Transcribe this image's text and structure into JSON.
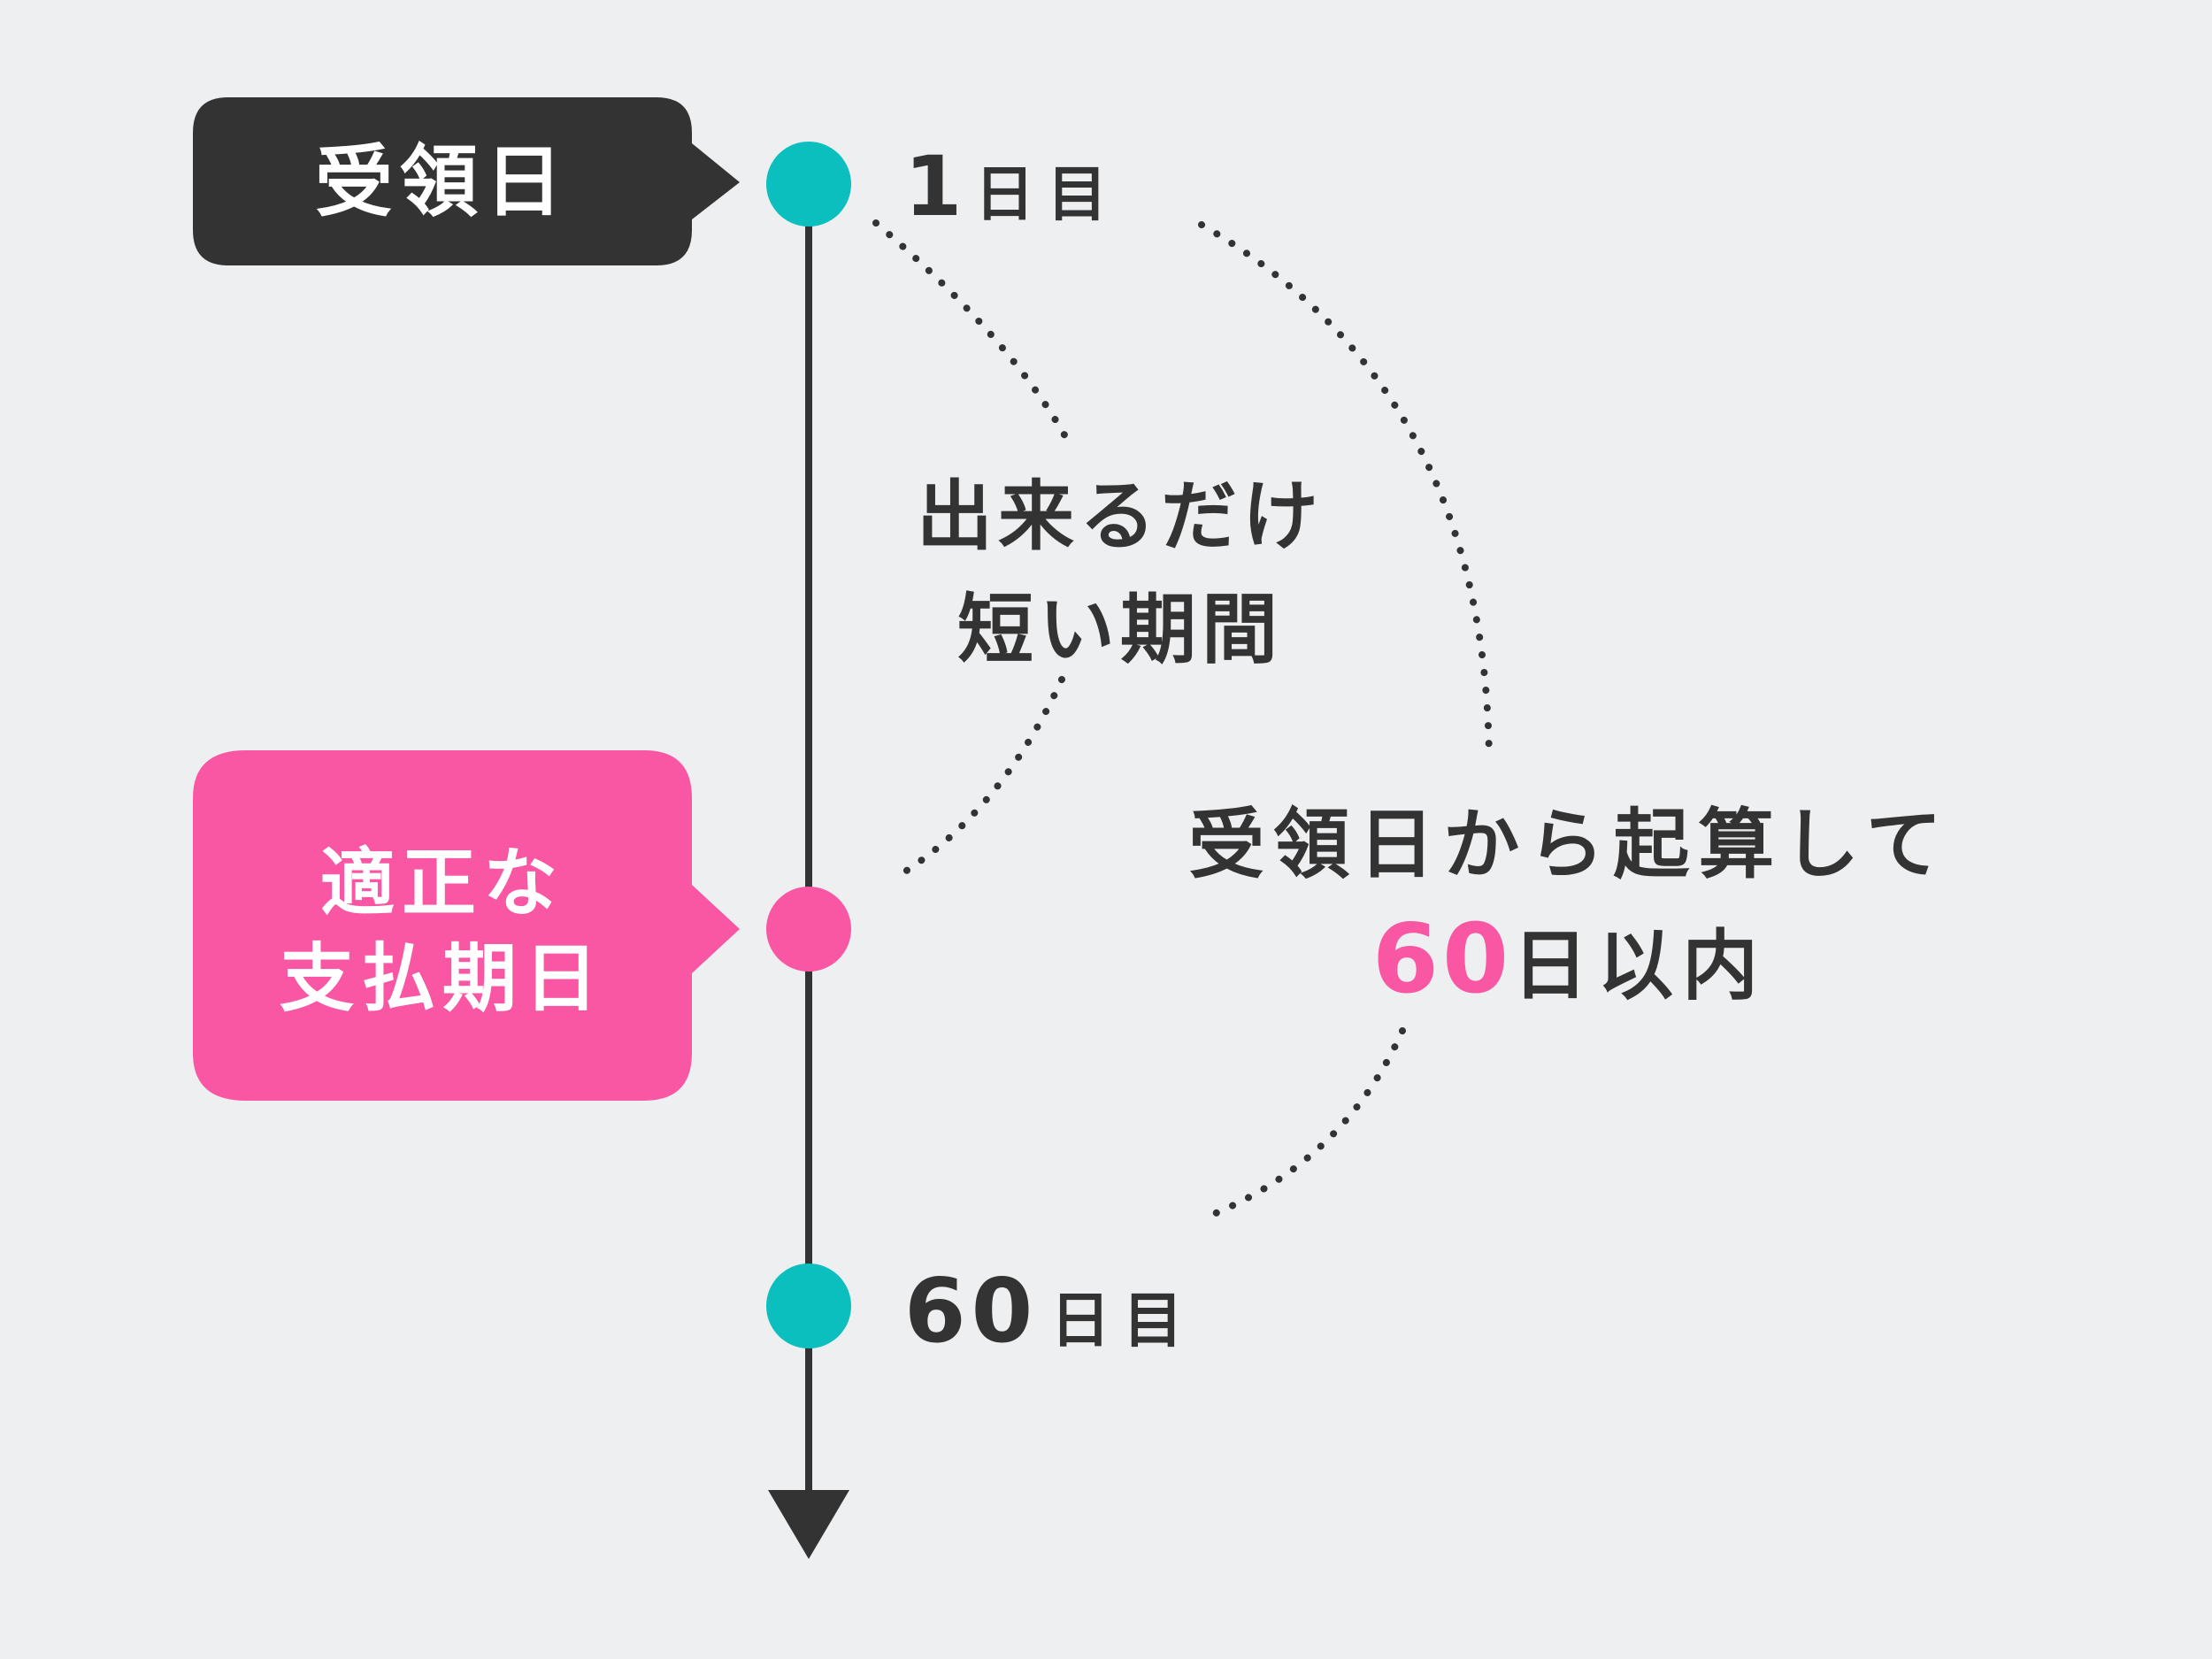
{
  "colors": {
    "background": "#edeff0",
    "dark": "#333333",
    "teal": "#0bbfbf",
    "pink": "#f957a4",
    "white": "#ffffff"
  },
  "callouts": {
    "receipt_day": "受領日",
    "proper_payment_line1": "適正な",
    "proper_payment_line2": "支払期日"
  },
  "timeline": {
    "day1_number": "1",
    "day1_suffix": "日目",
    "day60_number": "60",
    "day60_suffix": "日目"
  },
  "notes": {
    "shortest_line1": "出来るだけ",
    "shortest_line2": "短い期間",
    "within_line1": "受領日から起算して",
    "within_number": "60",
    "within_suffix": "日以内"
  }
}
